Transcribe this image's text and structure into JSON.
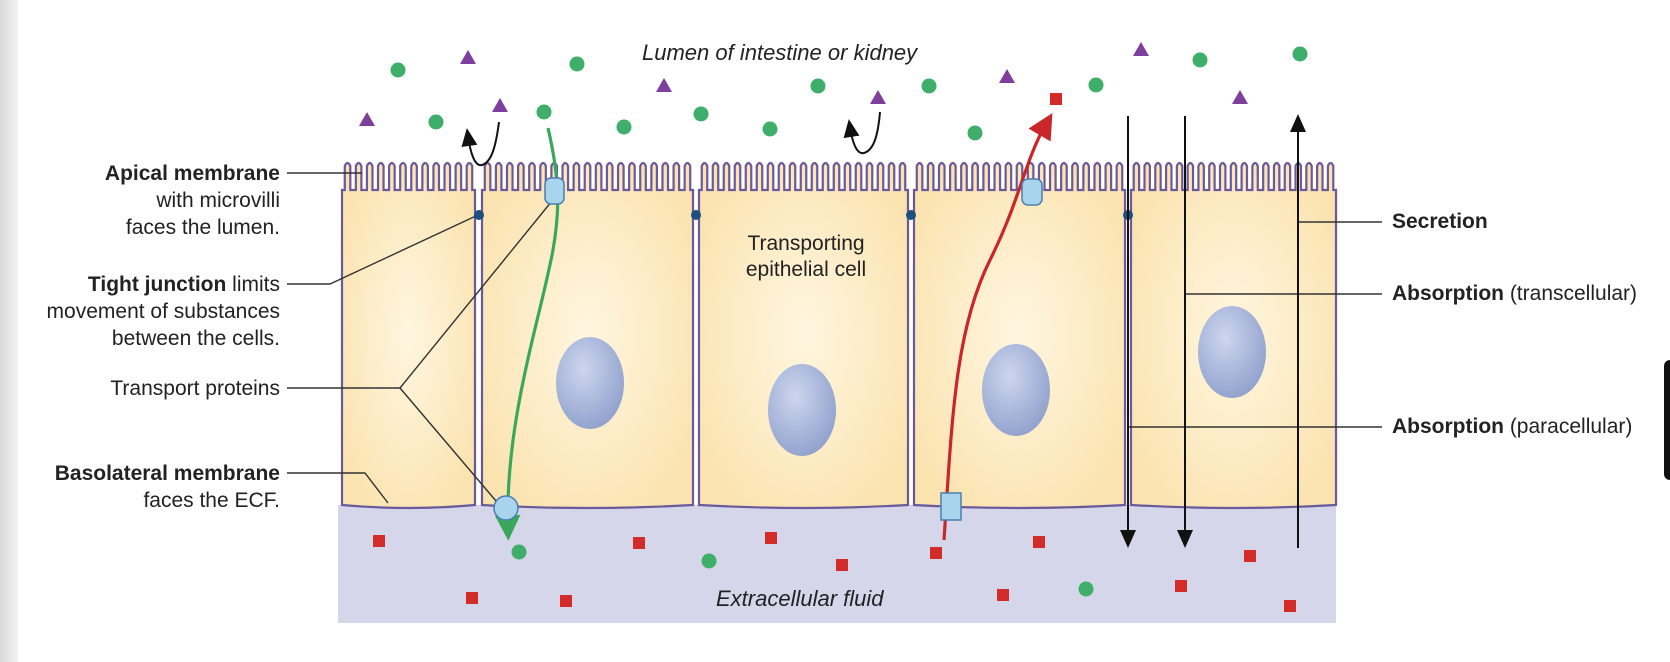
{
  "diagram": {
    "lumen_label": "Lumen of intestine or kidney",
    "ecf_label": "Extracellular fluid",
    "cell_label_line1": "Transporting",
    "cell_label_line2": "epithelial cell",
    "left_labels": {
      "apical": {
        "bold": "Apical membrane",
        "line2": "with microvilli",
        "line3": "faces the lumen."
      },
      "tight": {
        "bold": "Tight junction",
        "rest": " limits",
        "line2": "movement of substances",
        "line3": "between the cells."
      },
      "transport": {
        "text": "Transport proteins"
      },
      "basolateral": {
        "bold": "Basolateral membrane",
        "line2": "faces the ECF."
      }
    },
    "right_labels": {
      "secretion": {
        "bold": "Secretion"
      },
      "trans": {
        "bold": "Absorption",
        "rest": " (transcellular)"
      },
      "para": {
        "bold": "Absorption",
        "rest": " (paracellular)"
      }
    },
    "colors": {
      "cell_fill": "#fcebc4",
      "membrane": "#6a5a9c",
      "ecf": "#d6d6ea",
      "nucleus": "#a9b7dc",
      "green_particle": "#3fae6a",
      "purple_particle": "#7d3f9b",
      "red_particle": "#d32a2a",
      "green_path": "#3aa85c",
      "red_path": "#c8262b",
      "transport_protein": "#a8d4ee",
      "junction": "#1f4f82"
    }
  }
}
